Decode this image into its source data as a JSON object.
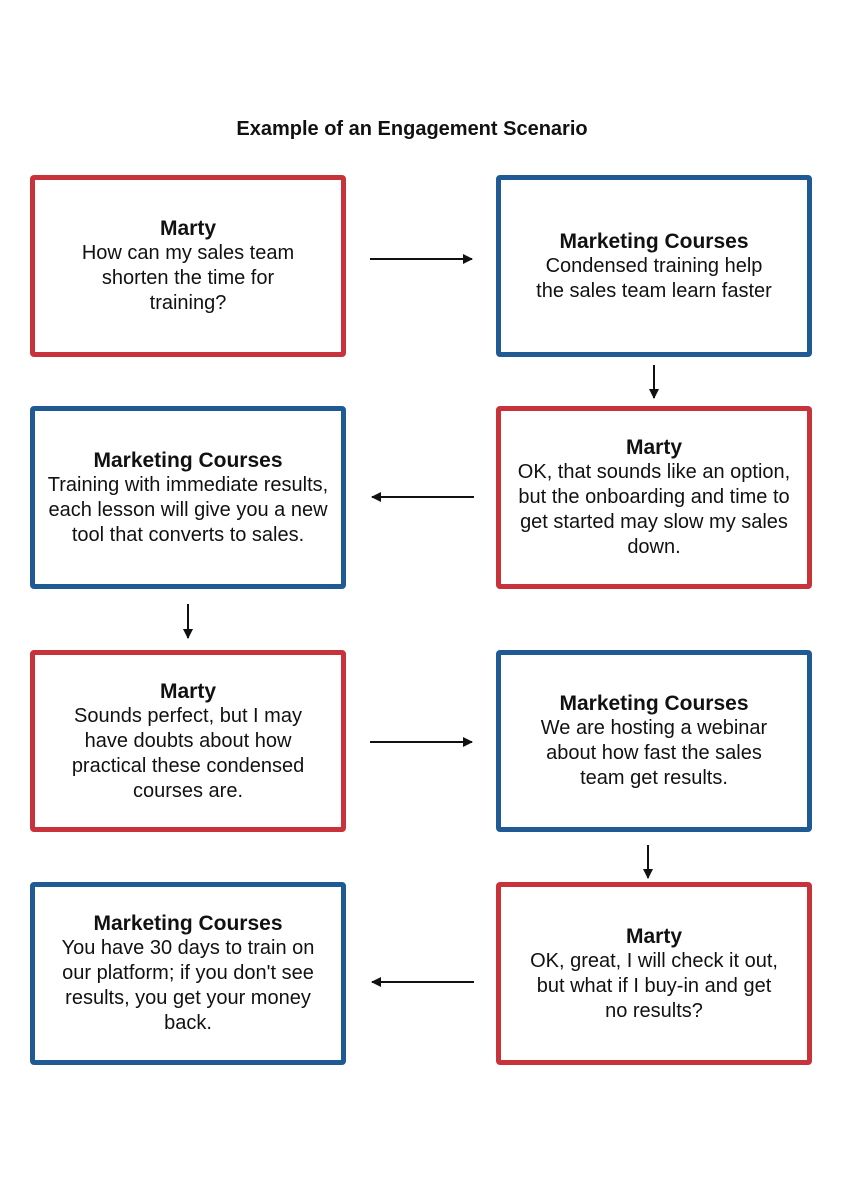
{
  "title": "Example of an Engagement Scenario",
  "colors": {
    "marty": "#c8323a",
    "marketing": "#1f5a94",
    "arrow": "#111111"
  },
  "steps": [
    {
      "speaker": "Marty",
      "text": "How can my sales team shorten the time for training?"
    },
    {
      "speaker": "Marketing Courses",
      "text": "Condensed training help the sales team learn faster"
    },
    {
      "speaker": "Marty",
      "text": "OK, that sounds like an option, but the onboarding and time to get started may slow my sales down."
    },
    {
      "speaker": "Marketing Courses",
      "text": "Training with immediate results, each lesson will give you a new tool that converts to sales."
    },
    {
      "speaker": "Marty",
      "text": "Sounds perfect, but I may have doubts about how practical these condensed courses are."
    },
    {
      "speaker": "Marketing Courses",
      "text": "We are hosting a webinar about how fast the sales team get results."
    },
    {
      "speaker": "Marty",
      "text": "OK, great, I will check it out, but what if I buy-in and get no results?"
    },
    {
      "speaker": "Marketing Courses",
      "text": "You have 30 days to train on our platform; if you don't see results, you get your money back."
    }
  ]
}
